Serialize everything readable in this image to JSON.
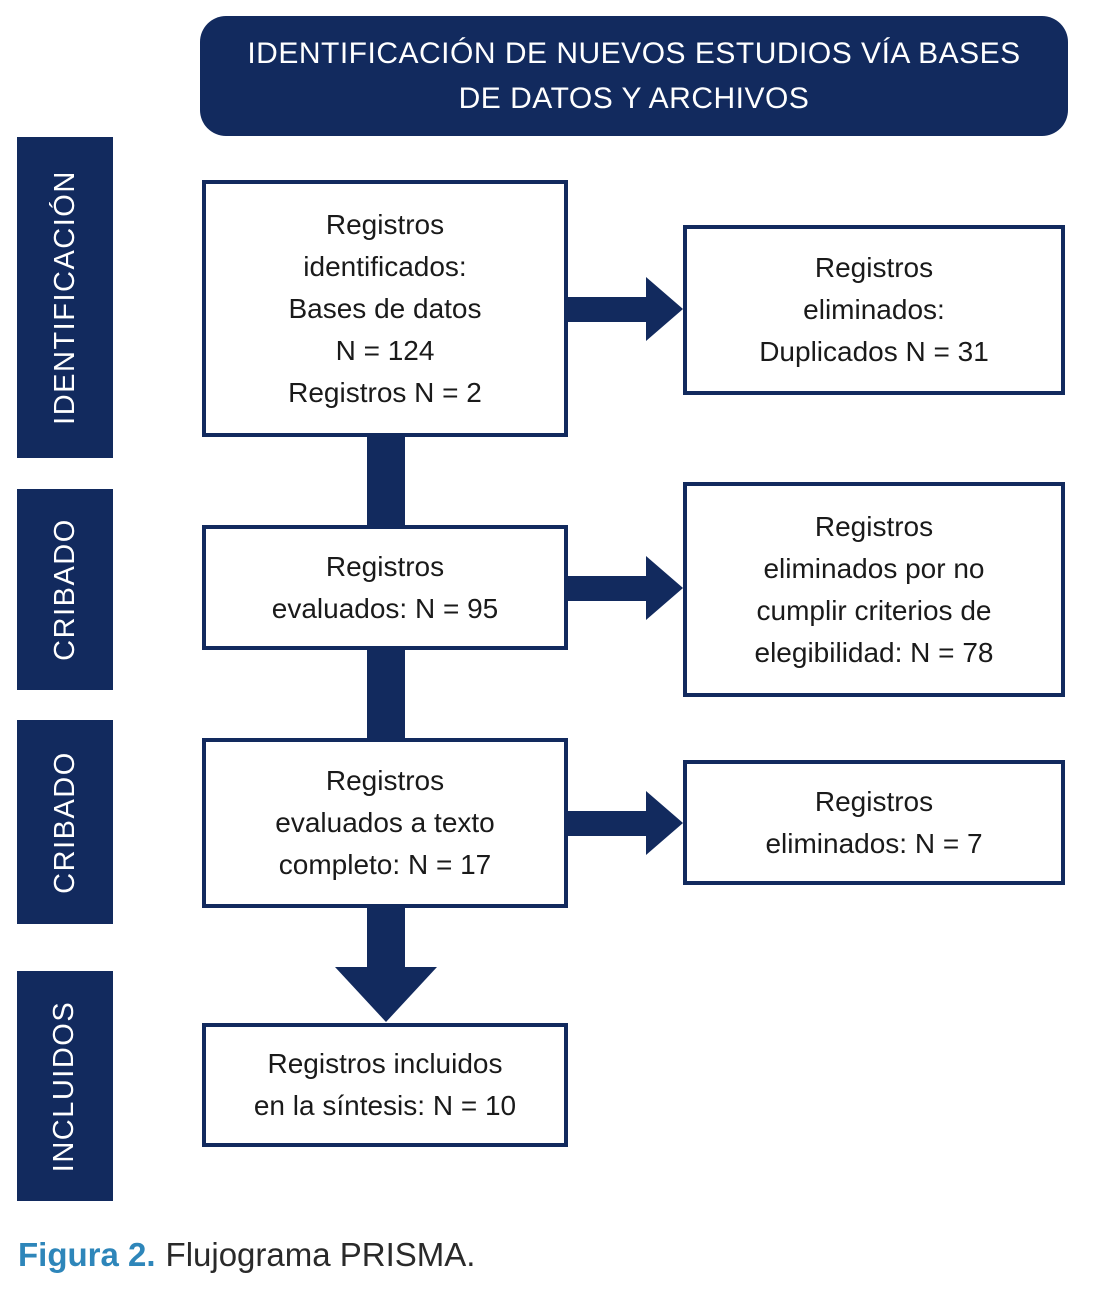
{
  "colors": {
    "navy": "#122A5E",
    "caption_blue": "#2E86BA",
    "box_text": "#1A1A1A",
    "box_background": "#FFFFFF"
  },
  "header": {
    "title": "IDENTIFICACIÓN DE NUEVOS ESTUDIOS VÍA BASES\nDE DATOS Y ARCHIVOS"
  },
  "sidebar": {
    "stages": [
      {
        "label": "IDENTIFICACIÓN"
      },
      {
        "label": "CRIBADO"
      },
      {
        "label": "CRIBADO"
      },
      {
        "label": "INCLUIDOS"
      }
    ]
  },
  "flow_boxes": [
    {
      "text": "Registros\nidentificados:\nBases de datos\nN = 124\nRegistros N = 2"
    },
    {
      "text": "Registros\nevaluados: N = 95"
    },
    {
      "text": "Registros\nevaluados a texto\ncompleto: N = 17"
    },
    {
      "text": "Registros incluidos\nen la síntesis: N = 10"
    }
  ],
  "exclusion_boxes": [
    {
      "text": "Registros\neliminados:\nDuplicados N = 31"
    },
    {
      "text": "Registros\neliminados por no\ncumplir criterios de\nelegibilidad: N = 78"
    },
    {
      "text": "Registros\neliminados: N = 7"
    }
  ],
  "caption": {
    "label": "Figura 2.",
    "text": "Flujograma PRISMA."
  }
}
